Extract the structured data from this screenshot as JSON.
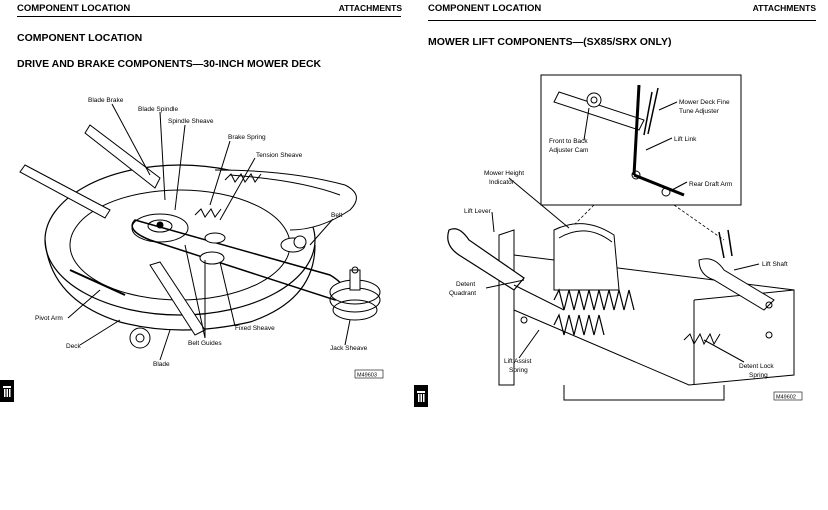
{
  "left_page": {
    "header_left": "COMPONENT LOCATION",
    "header_right": "ATTACHMENTS",
    "section_title": "COMPONENT LOCATION",
    "figure_title": "DRIVE AND BRAKE COMPONENTS—30-INCH MOWER DECK",
    "labels": {
      "blade_brake": "Blade Brake",
      "blade_spindle": "Blade Spindle",
      "spindle_sheave": "Spindle Sheave",
      "brake_spring": "Brake Spring",
      "tension_sheave": "Tension Sheave",
      "belt": "Belt",
      "pivot_arm": "Pivot Arm",
      "deck": "Deck",
      "blade": "Blade",
      "belt_guides": "Belt Guides",
      "fixed_sheave": "Fixed Sheave",
      "jack_sheave": "Jack Sheave"
    },
    "figure_code": "M49603"
  },
  "right_page": {
    "header_left": "COMPONENT LOCATION",
    "header_right": "ATTACHMENTS",
    "figure_title": "MOWER LIFT COMPONENTS—(SX85/SRX ONLY)",
    "labels": {
      "mower_deck_fine_tune_1": "Mower Deck Fine",
      "mower_deck_fine_tune_2": "Tune Adjuster",
      "front_to_back_1": "Front to Back",
      "front_to_back_2": "Adjuster Cam",
      "lift_link": "Lift Link",
      "rear_draft_arm": "Rear Draft Arm",
      "mower_height_1": "Mower Height",
      "mower_height_2": "Indicator",
      "lift_lever": "Lift Lever",
      "lift_shaft": "Lift Shaft",
      "detent_quadrant_1": "Detent",
      "detent_quadrant_2": "Quadrant",
      "lift_assist_1": "Lift Assist",
      "lift_assist_2": "Spring",
      "detent_lock_1": "Detent Lock",
      "detent_lock_2": "Spring"
    },
    "figure_code": "M49602"
  },
  "icons": {
    "left_tab": "attachments-tab-icon",
    "right_tab": "attachments-tab-icon"
  }
}
